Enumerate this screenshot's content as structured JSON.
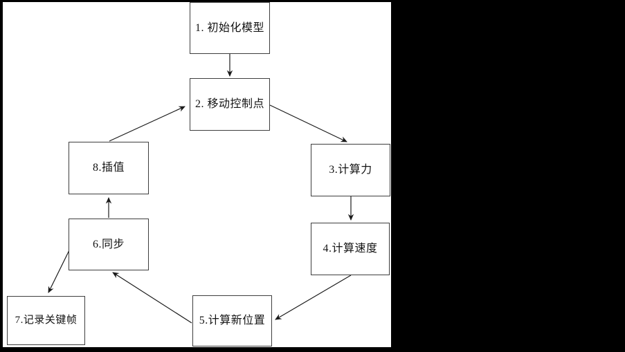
{
  "diagram": {
    "title": "animation-pipeline-flowchart",
    "colors": {
      "page_background": "#000000",
      "canvas_background": "#ffffff",
      "box_border": "#3d3d3d",
      "line_color": "#1a1a1a",
      "text_color": "#141414"
    },
    "nodes": [
      {
        "id": 1,
        "label": "1. 初始化模型"
      },
      {
        "id": 2,
        "label": "2. 移动控制点"
      },
      {
        "id": 3,
        "label": "3.计算力"
      },
      {
        "id": 4,
        "label": "4.计算速度"
      },
      {
        "id": 5,
        "label": "5.计算新位置"
      },
      {
        "id": 6,
        "label": "6.同步"
      },
      {
        "id": 7,
        "label": "7.记录关键帧"
      },
      {
        "id": 8,
        "label": "8.插值"
      }
    ],
    "edges": [
      {
        "from": 1,
        "to": 2
      },
      {
        "from": 2,
        "to": 3
      },
      {
        "from": 3,
        "to": 4
      },
      {
        "from": 4,
        "to": 5
      },
      {
        "from": 5,
        "to": 6
      },
      {
        "from": 6,
        "to": 7
      },
      {
        "from": 6,
        "to": 8
      },
      {
        "from": 8,
        "to": 2
      }
    ]
  }
}
